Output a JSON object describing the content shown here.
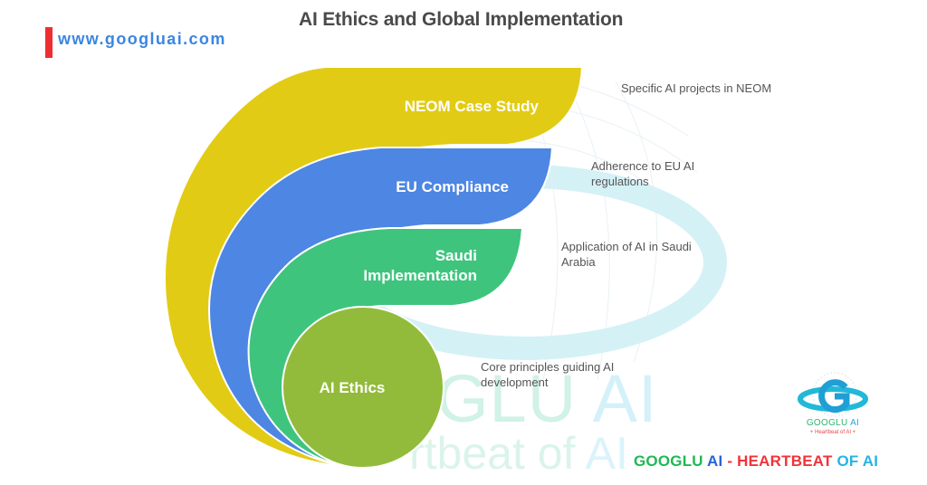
{
  "header": {
    "title": "AI Ethics and Global Implementation",
    "website": "www.googluai.com"
  },
  "diagram": {
    "type": "nested-layers",
    "layers": [
      {
        "label": "NEOM Case Study",
        "description": "Specific AI projects in NEOM",
        "color": "#e2cb14"
      },
      {
        "label": "EU Compliance",
        "description_line1": "Adherence to EU AI",
        "description_line2": "regulations",
        "color": "#4d86e3"
      },
      {
        "label_line1": "Saudi",
        "label_line2": "Implementation",
        "description_line1": "Application of AI in Saudi",
        "description_line2": "Arabia",
        "color": "#3fc47e"
      },
      {
        "label": "AI Ethics",
        "description_line1": "Core principles guiding AI",
        "description_line2": "development",
        "color": "#93bb3b"
      }
    ]
  },
  "watermark": {
    "main_prefix": "GLU",
    "main_ai": "AI",
    "sub_prefix": "rtbeat of ",
    "sub_ai": "AI"
  },
  "logo": {
    "name_prefix": "GOOGLU",
    "name_ai": "AI",
    "tagline": "+ Heartbeat of AI +"
  },
  "footer": {
    "brand_part1": "GOOGLU ",
    "brand_part2": "AI",
    "brand_part3": " - HEARTBEAT ",
    "brand_part4": "OF AI"
  },
  "colors": {
    "yellow": "#e2cb14",
    "blue": "#4d86e3",
    "green": "#3fc47e",
    "olive": "#93bb3b",
    "title": "#4a4a4a",
    "site": "#3a86e0",
    "accent_red": "#ee2e31"
  }
}
